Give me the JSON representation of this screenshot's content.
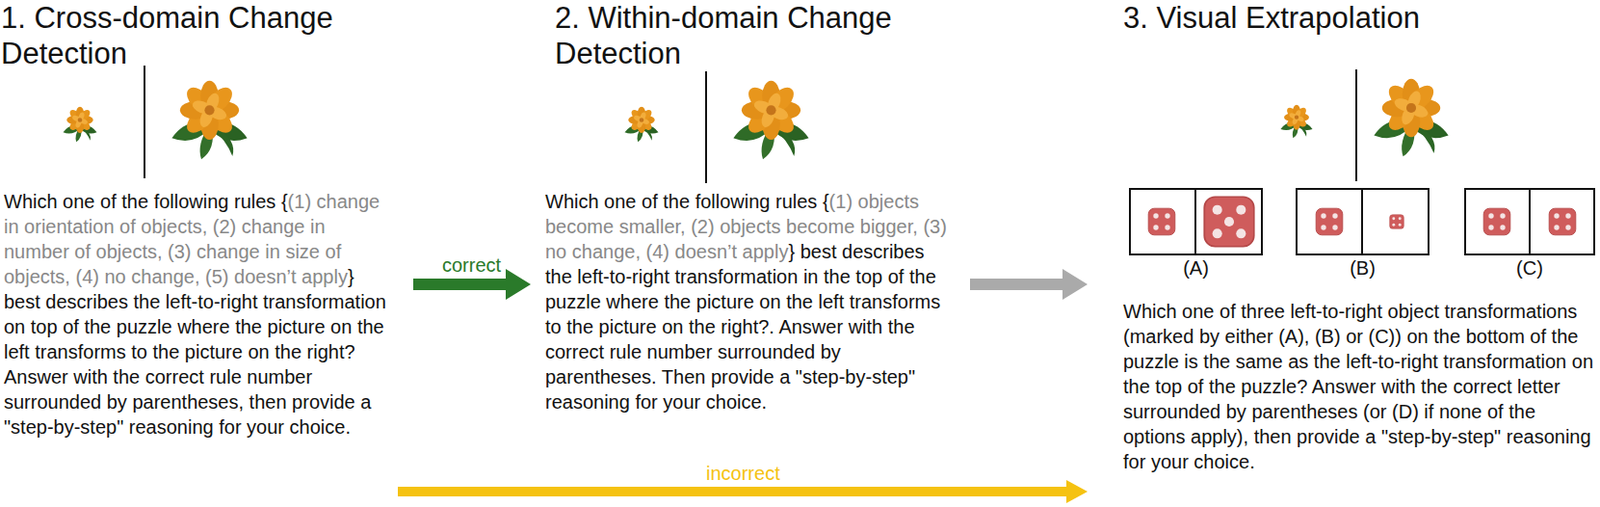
{
  "diagram": {
    "nodes": [
      {
        "text": [
          "1. Cross-domain Change Detection",
          "Which one of the following rules {",
          "(1) change in orientation of objects, (2) change in number of objects, (3) change in size of objects, (4) no change, (5) doesn’t apply",
          "} best describes the left-to-right transformation on top of the puzzle where the picture on the left transforms to the picture on the right? Answer with the correct rule number surrounded by parentheses, then provide a \"step-by-step\" reasoning for your choice."
        ]
      },
      {
        "text": [
          "2. Within-domain Change Detection",
          "Which one of the following rules {",
          "(1) objects become smaller, (2) objects become bigger, (3) no change, (4) doesn’t apply",
          "} best describes the left-to-right transformation in the top of the puzzle where the picture on the left transforms to the picture on the right?. Answer with the correct rule number surrounded by parentheses. Then provide a \"step-by-step\" reasoning for your choice."
        ]
      },
      {
        "text": [
          "3. Visual Extrapolation",
          "Which one of three left-to-right object transformations (marked by either (A), (B) or (C)) on the bottom of the puzzle is the same as the left-to-right transformation on the top of the puzzle? Answer with the correct letter surrounded by parentheses (or (D) if none of the options apply), then provide a \"step-by-step\" reasoning for your choice."
        ]
      },
      {
        "text": [
          "(A)"
        ],
        "in": 2
      },
      {
        "text": [
          "(B)"
        ],
        "in": 2
      },
      {
        "text": [
          "(C)"
        ],
        "in": 2
      }
    ],
    "edges": [
      {
        "from": 0,
        "to": 1,
        "arrow": "to",
        "label": "correct"
      },
      {
        "from": 1,
        "to": 2,
        "arrow": "to"
      },
      {
        "from": 0,
        "to": 2,
        "arrow": "to",
        "label": "incorrect"
      }
    ]
  }
}
